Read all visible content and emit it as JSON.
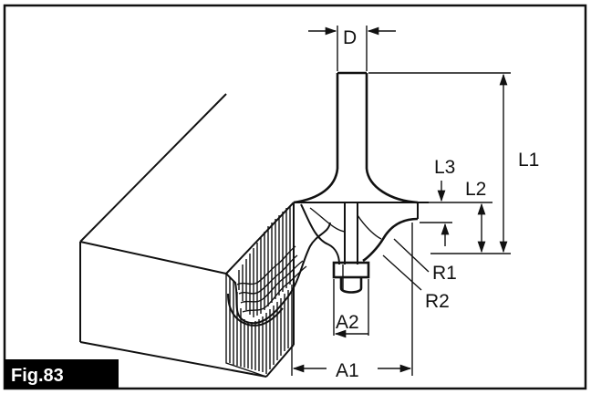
{
  "figure": {
    "caption": "Fig.83",
    "labels": {
      "D": "D",
      "L1": "L1",
      "L2": "L2",
      "L3": "L3",
      "R1": "R1",
      "R2": "R2",
      "A1": "A1",
      "A2": "A2"
    }
  },
  "colors": {
    "ink": "#111111",
    "caption_bg": "#000000",
    "caption_text": "#ffffff",
    "background": "#ffffff"
  }
}
